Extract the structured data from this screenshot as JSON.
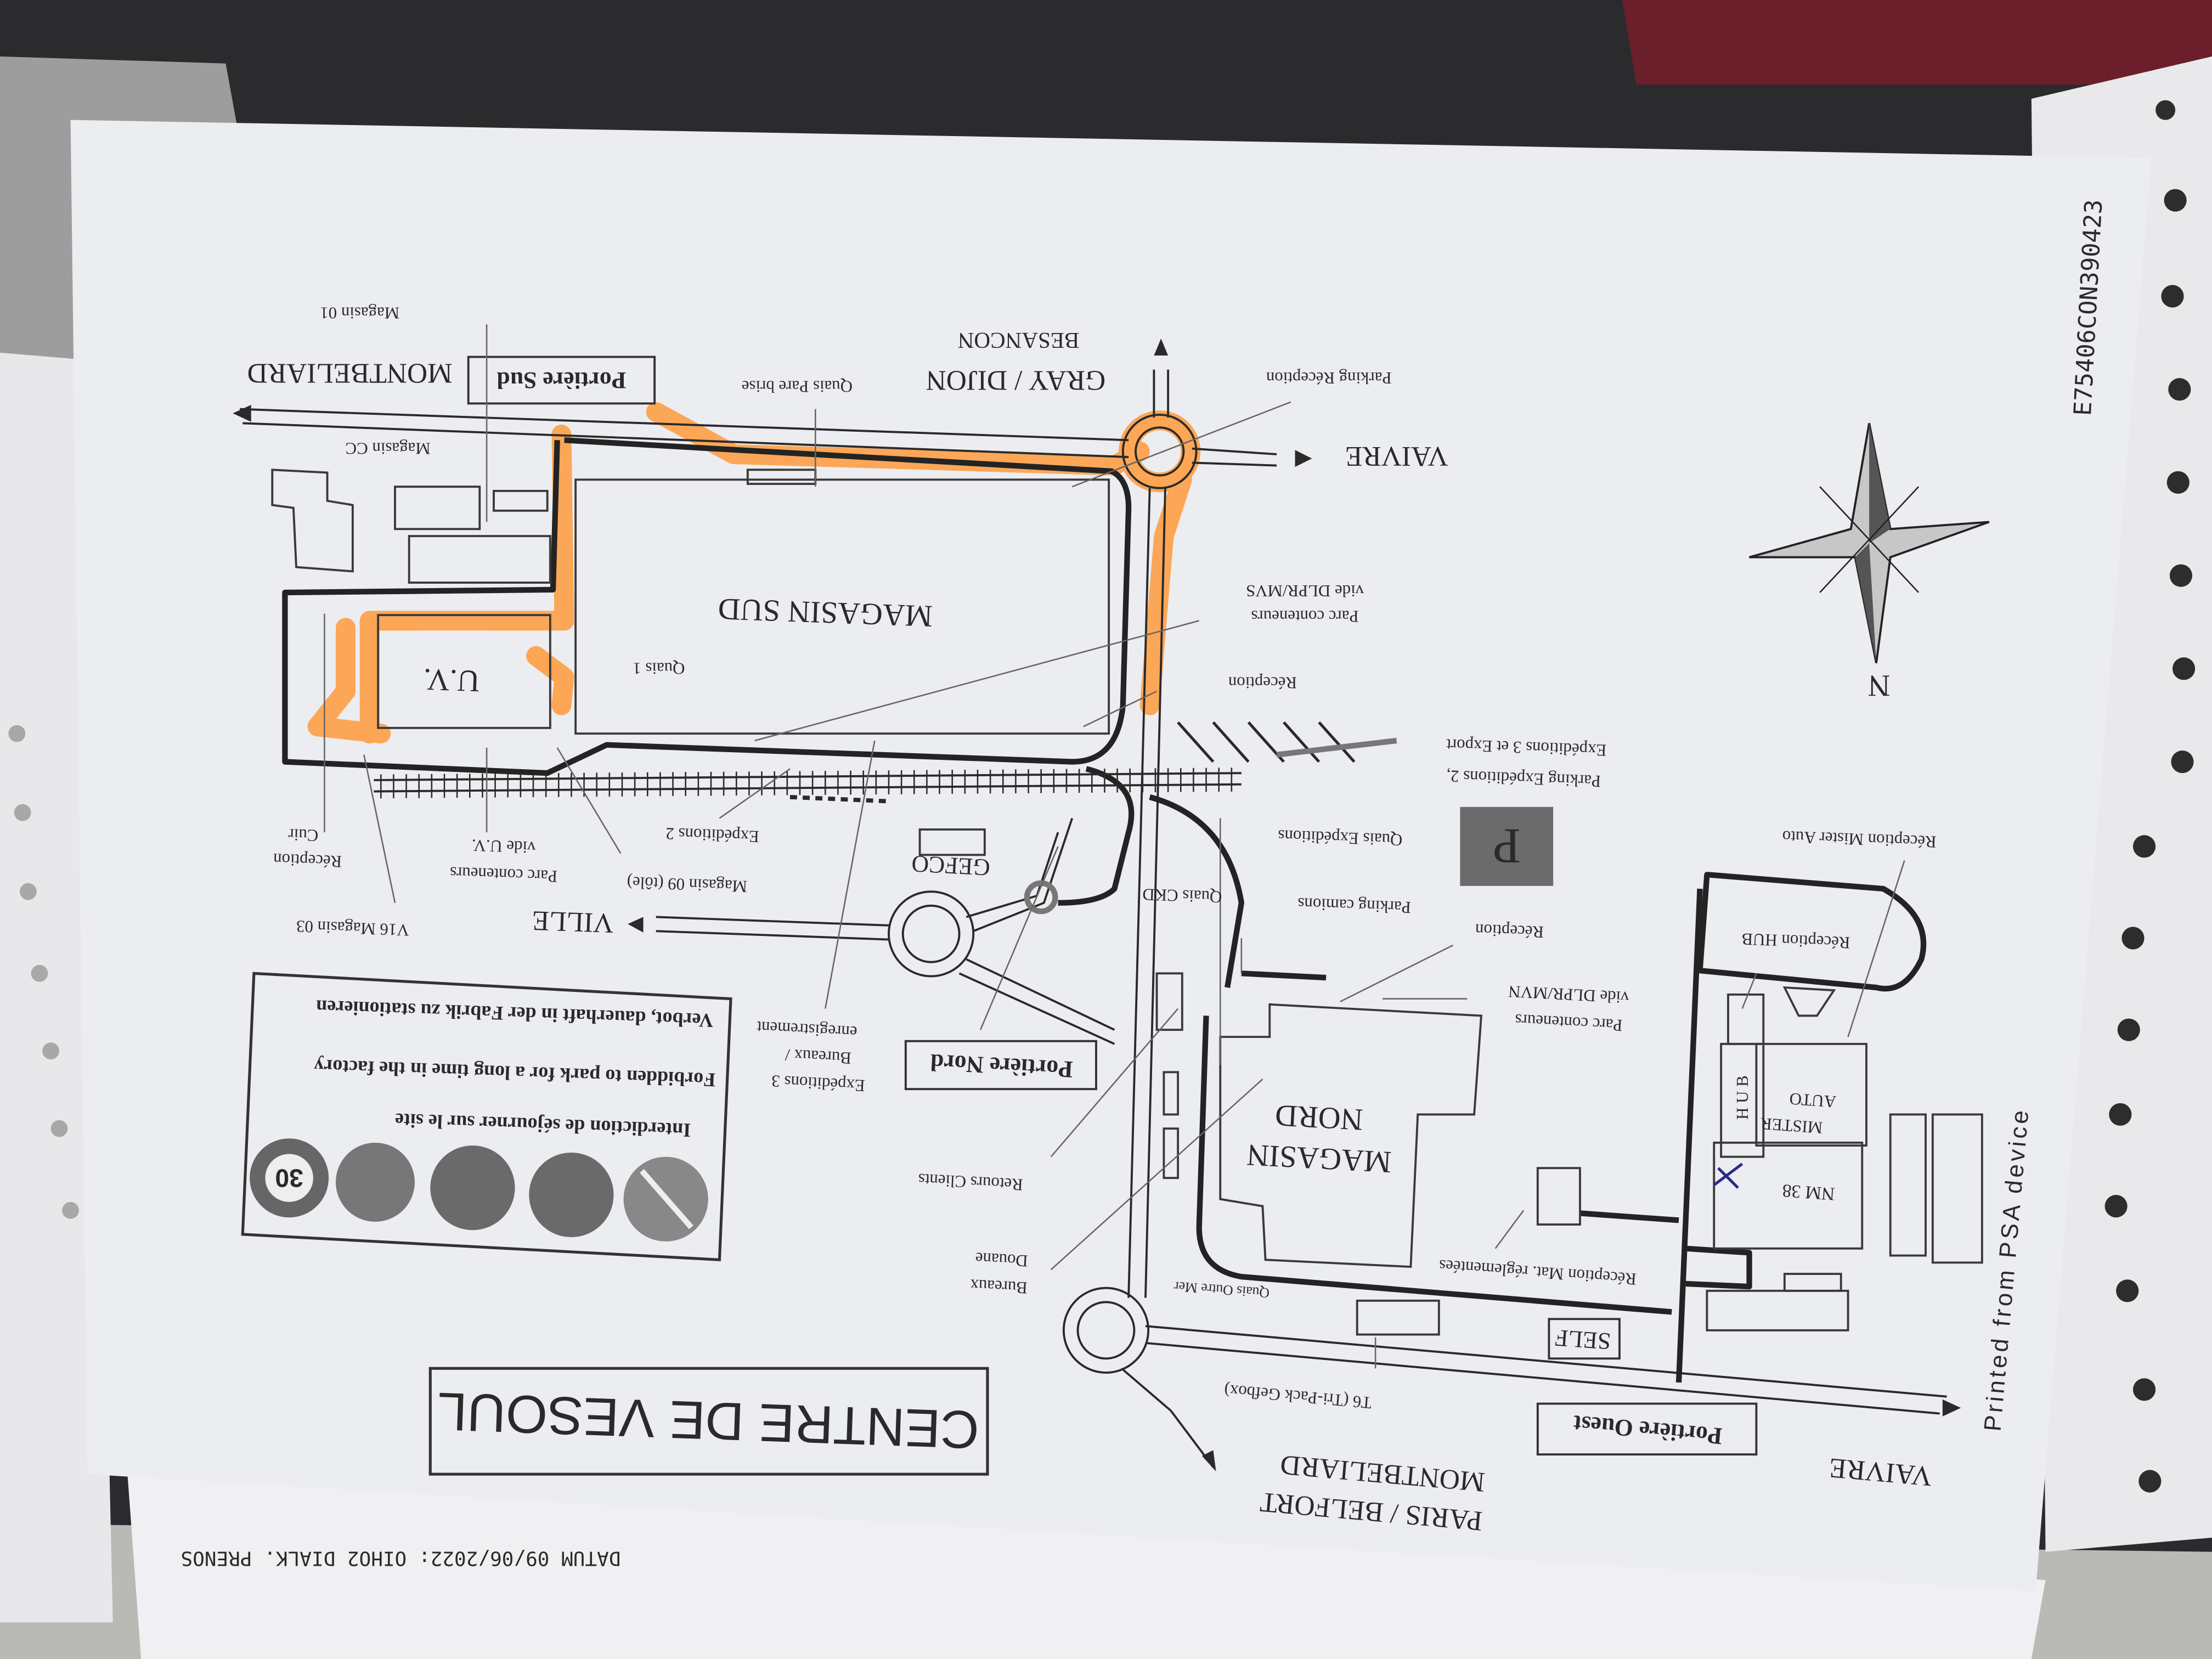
{
  "title": "CENTRE DE VESOUL",
  "colors": {
    "route_highlight": "#ff9a3c",
    "paper": "#ecedf1",
    "ink": "#2a2a2a",
    "parking": "#6b6b6b"
  },
  "directions": {
    "montbeliard_top": "MONTBELIARD",
    "gray_dijon": "GRAY / DIJON",
    "besancon": "BESANCON",
    "vaivre_top": "VAIVRE",
    "ville": "VILLE",
    "paris_belfort": "PARIS / BELFORT",
    "montbeliard_bottom": "MONTBELIARD",
    "vaivre_bottom": "VAIVRE"
  },
  "gates": {
    "sud": "Portière Sud",
    "nord": "Portière Nord",
    "ouest": "Portière Ouest"
  },
  "buildings": {
    "magasin_sud": "MAGASIN SUD",
    "uv": "U.V.",
    "magasin_nord_1": "MAGASIN",
    "magasin_nord_2": "NORD",
    "gefco": "GEFCO",
    "self": "SELF",
    "mister_auto_1": "MISTER",
    "mister_auto_2": "AUTO",
    "hub": "H U B",
    "nm38": "NM 38",
    "parking": "P"
  },
  "labels": {
    "magasin_01": "Magasin 01",
    "magasin_cc": "Magasin CC",
    "quais_pare_brise": "Quais Pare brise",
    "parking_reception": "Parking Réception",
    "parc_dlpr_mvs_1": "Parc conteneurs",
    "parc_dlpr_mvs_2": "vide DLPR/MVS",
    "quais_1": "Quais 1",
    "reception_sud": "Réception",
    "parking_exp_1": "Parking Expéditions 2,",
    "parking_exp_2": "Expéditions 3 et Export",
    "reception_cuir_1": "Réception",
    "reception_cuir_2": "Cuir",
    "parc_uv_1": "Parc conteneurs",
    "parc_uv_2": "vide U.V.",
    "expeditions_2": "Expéditions 2",
    "magasin_09": "Magasin 09 (tôle)",
    "v16_magasin_03": "V16 Magasin 03",
    "quais_expeditions": "Quais Expéditions",
    "quais_ckd": "Quais CKD",
    "parking_camions": "Parking camions",
    "reception_nord": "Réception",
    "parc_dlpr_mvn_1": "Parc conteneurs",
    "parc_dlpr_mvn_2": "vide DLPR/MVN",
    "exp3_1": "Expéditions 3",
    "exp3_2": "Bureaux /",
    "exp3_3": "enregistrement",
    "retours_clients": "Retours Clients",
    "bureaux_douane_1": "Bureaux",
    "bureaux_douane_2": "Douane",
    "quais_outre_mer": "Quais Outre Mer",
    "reception_mat": "Réception Mat. réglementées",
    "t6": "T6 (Tri-Pack Gefbox)",
    "reception_mister_auto": "Réception Mister Auto",
    "reception_hub": "Réception HUB"
  },
  "sign_box": {
    "fr": "Interdiction de séjourner sur le site",
    "en": "Forbidden to park for a long time in the factory",
    "de": "Verbot, dauerhaft in der Fabrik zu stationieren",
    "speed_limit": "30"
  },
  "compass": {
    "north": "N"
  },
  "footer": {
    "printed": "Printed from PSA device",
    "code": "E75406CON390423"
  },
  "underlying_sheet": {
    "text": "DATUM 09/06/2022: OIHO2 DIALK. PRENOS"
  }
}
